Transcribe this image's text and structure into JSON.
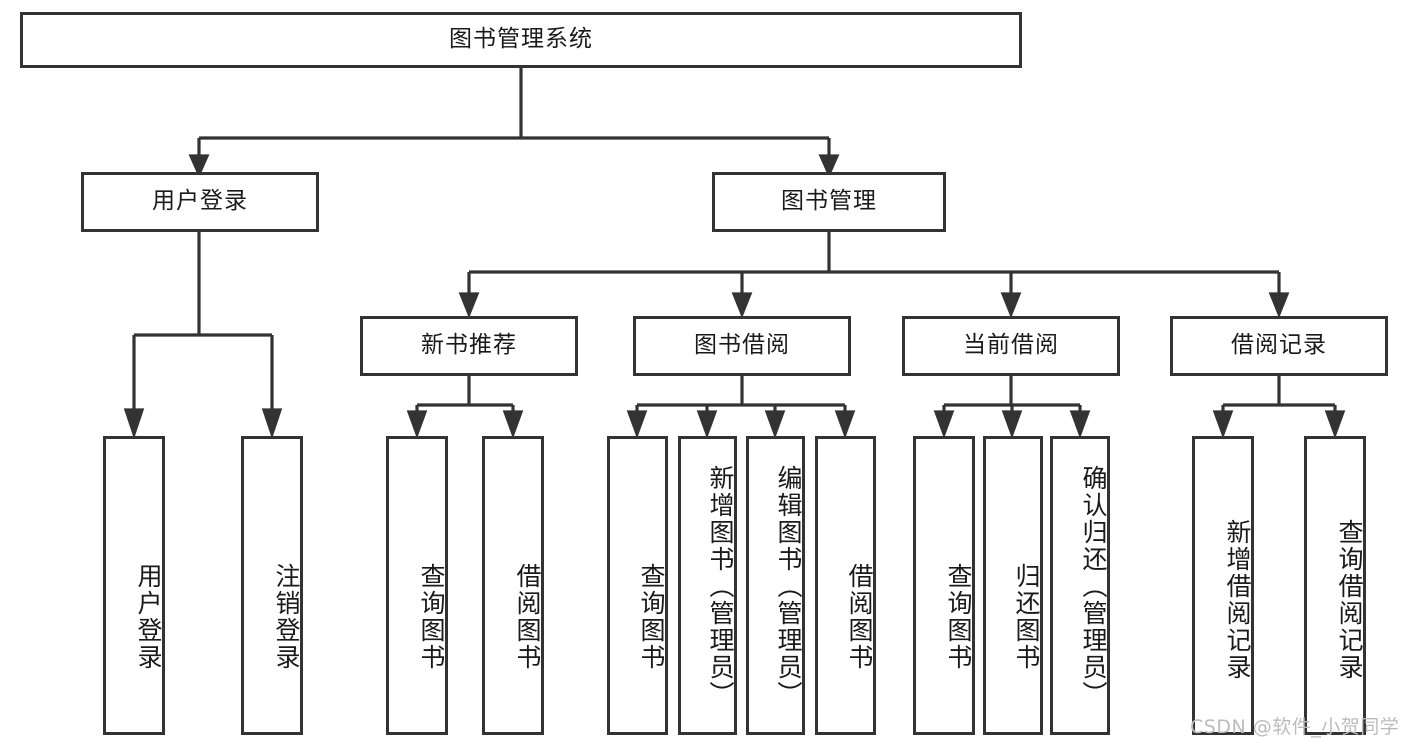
{
  "diagram": {
    "title": "图书管理系统",
    "type": "tree-hierarchy-diagram",
    "line_color": "#333333",
    "box_fill": "#ffffff",
    "text_color": "#1a1a1a",
    "root": {
      "label": "图书管理系统"
    },
    "level2": [
      {
        "label": "用户登录"
      },
      {
        "label": "图书管理"
      }
    ],
    "level3": [
      {
        "label": "新书推荐"
      },
      {
        "label": "图书借阅"
      },
      {
        "label": "当前借阅"
      },
      {
        "label": "借阅记录"
      }
    ],
    "leaves": {
      "user_login": [
        {
          "label": "用户登录"
        },
        {
          "label": "注销登录"
        }
      ],
      "new_book_recommend": [
        {
          "label": "查询图书"
        },
        {
          "label": "借阅图书"
        }
      ],
      "book_borrow": [
        {
          "label": "查询图书"
        },
        {
          "label": "新增图书（管理员）"
        },
        {
          "label": "编辑图书（管理员）"
        },
        {
          "label": "借阅图书"
        }
      ],
      "current_borrow": [
        {
          "label": "查询图书"
        },
        {
          "label": "归还图书"
        },
        {
          "label": "确认归还（管理员）"
        }
      ],
      "borrow_record": [
        {
          "label": "新增借阅记录"
        },
        {
          "label": "查询借阅记录"
        }
      ]
    }
  },
  "watermark": {
    "text": "CSDN @软件_小贺同学"
  }
}
